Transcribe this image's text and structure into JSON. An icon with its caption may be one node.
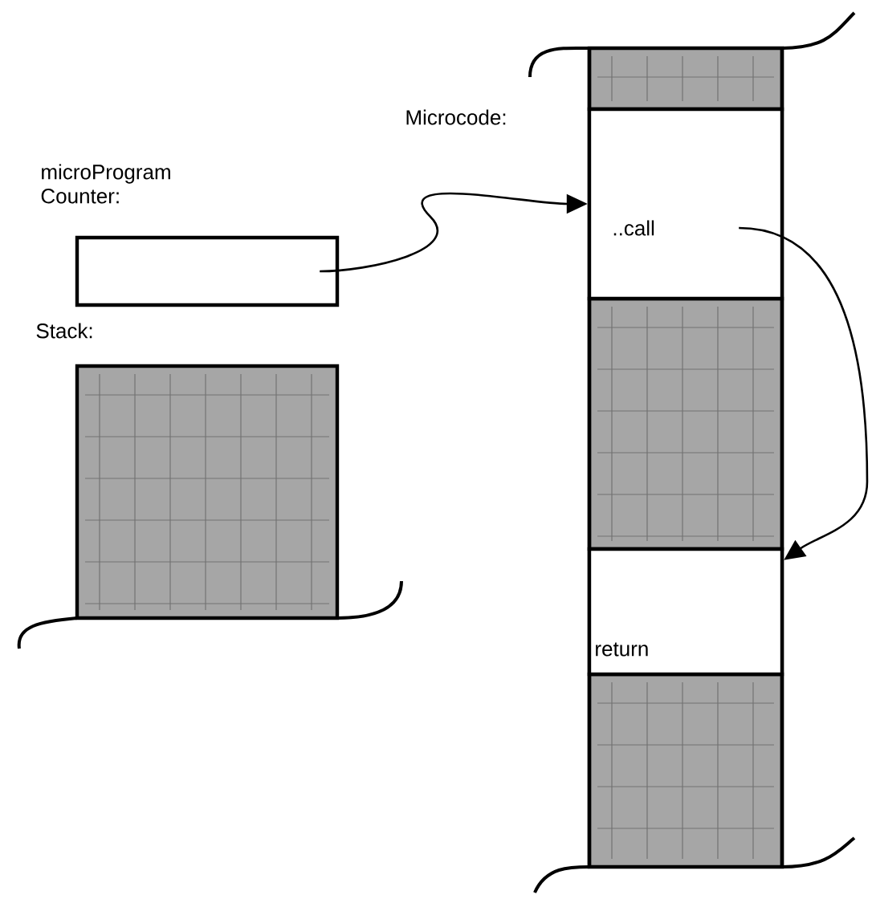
{
  "diagram": {
    "nodes": [
      {
        "text": [
          "microProgram Counter:"
        ]
      },
      {
        "text": [
          "Stack:"
        ]
      },
      {
        "text": [
          "Microcode:"
        ]
      },
      {
        "text": [
          "..call"
        ],
        "in": 2
      },
      {
        "text": [
          "return"
        ],
        "in": 2
      }
    ],
    "edges": [
      {
        "from": 0,
        "to": 3,
        "arrow": "to"
      },
      {
        "from": 3,
        "to": 4,
        "arrow": "to"
      }
    ]
  }
}
